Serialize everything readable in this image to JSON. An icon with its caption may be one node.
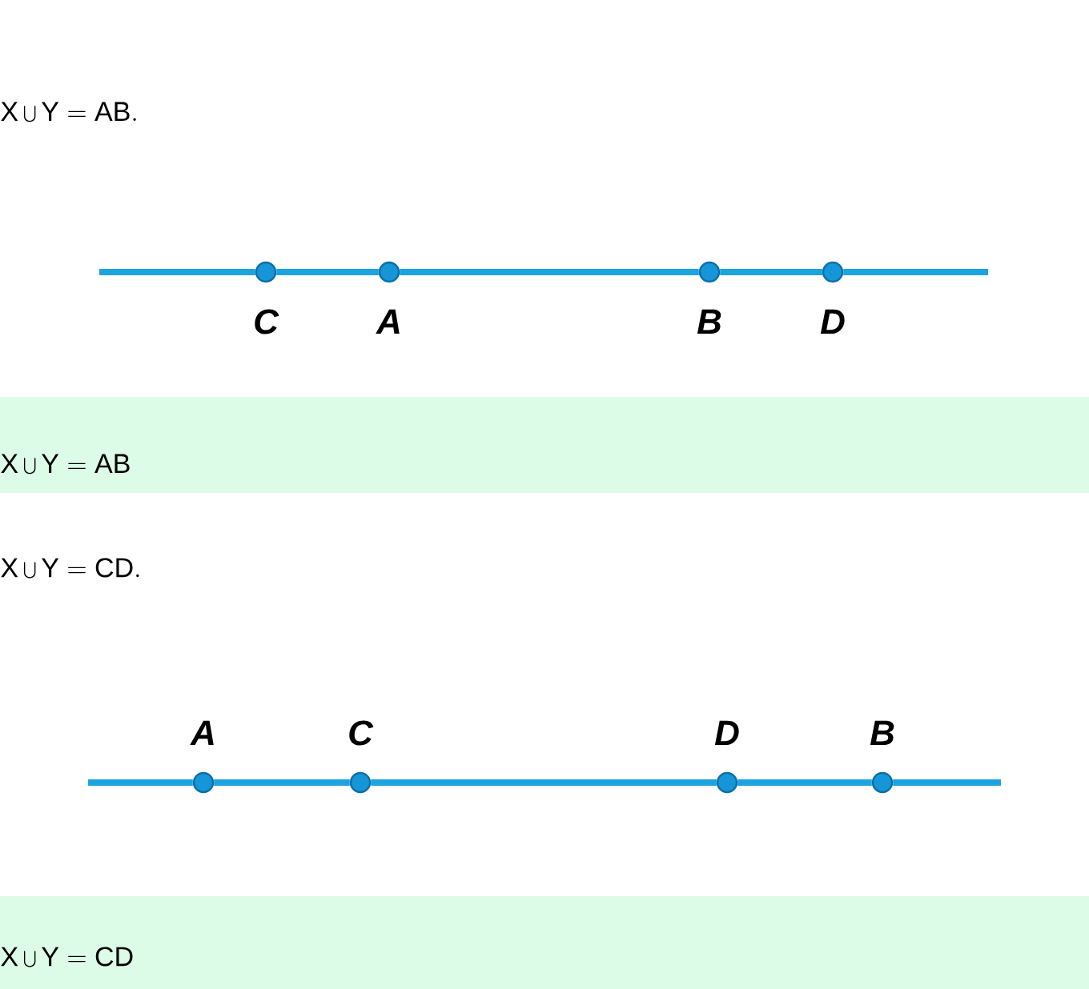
{
  "diagram": {
    "nodes": [
      {
        "text": [],
        "shape": "circle",
        "beside": [
          "C"
        ]
      },
      {
        "text": [],
        "shape": "circle",
        "beside": [
          "A"
        ]
      },
      {
        "text": [],
        "shape": "circle",
        "beside": [
          "B"
        ]
      },
      {
        "text": [],
        "shape": "circle",
        "beside": [
          "D"
        ]
      },
      {
        "text": [],
        "shape": "circle",
        "beside": [
          "A"
        ]
      },
      {
        "text": [],
        "shape": "circle",
        "beside": [
          "C"
        ]
      },
      {
        "text": [],
        "shape": "circle",
        "beside": [
          "D"
        ]
      },
      {
        "text": [],
        "shape": "circle",
        "beside": [
          "B"
        ]
      }
    ],
    "edges": [
      {
        "from": 0,
        "to": 1,
        "arrow": "none"
      },
      {
        "from": 1,
        "to": 2,
        "arrow": "none"
      },
      {
        "from": 2,
        "to": 3,
        "arrow": "none"
      },
      {
        "from": 4,
        "to": 5,
        "arrow": "none"
      },
      {
        "from": 5,
        "to": 6,
        "arrow": "none"
      },
      {
        "from": 6,
        "to": 7,
        "arrow": "none"
      }
    ],
    "labels": [
      "\\mathrm{X}\\bigcup\\mathrm{Y}=\\mathrm{AB}.",
      "\\mathrm{X}\\bigcup\\mathrm{Y}=\\mathrm{AB}",
      "\\mathrm{X}\\bigcup\\mathrm{Y}=\\mathrm{CD}.",
      "\\mathrm{X}\\bigcup\\mathrm{Y}=\\mathrm{CD}"
    ]
  }
}
